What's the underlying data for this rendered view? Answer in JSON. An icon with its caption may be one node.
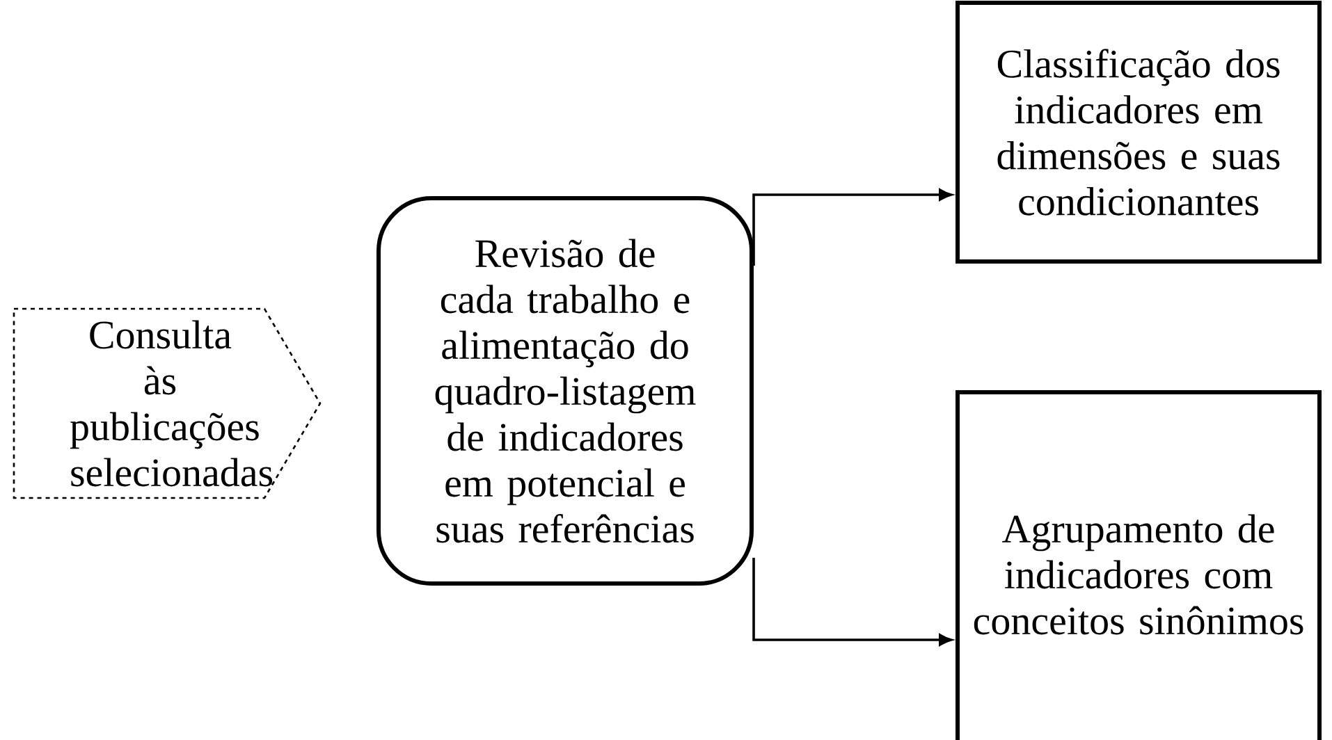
{
  "diagram": {
    "nodes": [
      {
        "text": [
          "Consulta às publicações selecionadas"
        ]
      },
      {
        "text": [
          "Revisão de cada trabalho e alimentação do quadro-listagem de indicadores em potencial e suas referências"
        ]
      },
      {
        "text": [
          "Classificação dos indicadores em dimensões e suas condicionantes"
        ]
      },
      {
        "text": [
          "Agrupamento de indicadores com conceitos sinônimos"
        ]
      }
    ],
    "edges": [
      {
        "from": 1,
        "to": 2,
        "arrow": "to"
      },
      {
        "from": 1,
        "to": 3,
        "arrow": "to"
      }
    ]
  }
}
